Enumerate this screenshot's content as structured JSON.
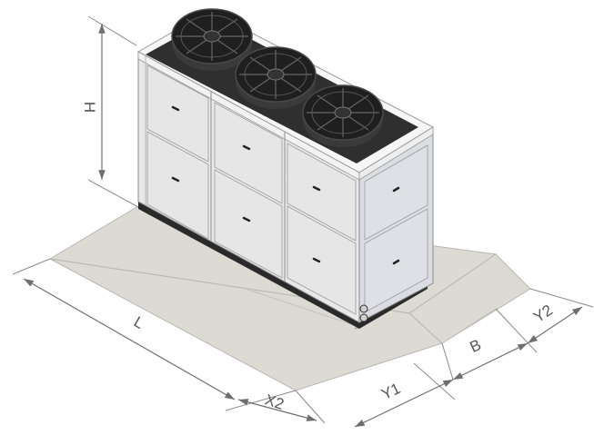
{
  "dimensions": {
    "height": "H",
    "length": "L",
    "clearance_x2": "X2",
    "clearance_y1": "Y1",
    "width": "B",
    "clearance_y2": "Y2"
  },
  "fan_count": 3,
  "colors": {
    "floor": "#dddad4",
    "panel_front": "#e9e9e9",
    "panel_side": "#dcdde2",
    "top": "#fafafa",
    "fan_dark": "#262626",
    "dimension_line": "#7a7a7a"
  }
}
